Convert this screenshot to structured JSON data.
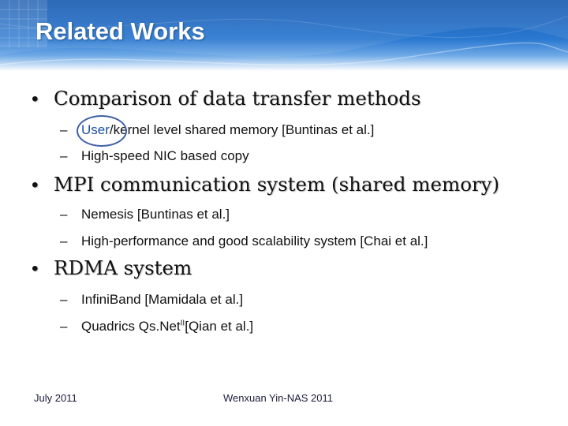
{
  "slide": {
    "title": "Related Works"
  },
  "bullets": [
    {
      "text": "Comparison of data transfer methods",
      "sub": [
        {
          "pre": "User",
          "text": "/kernel level shared memory [Buntinas et al.]"
        },
        {
          "text": "High-speed NIC based copy"
        }
      ]
    },
    {
      "text": "MPI communication system (shared memory)",
      "sub": [
        {
          "text": "Nemesis [Buntinas et al.]"
        },
        {
          "text": "High-performance and good scalability system [Chai et al.]"
        }
      ]
    },
    {
      "text": "RDMA system",
      "sub": [
        {
          "text": "InfiniBand [Mamidala et al.]"
        },
        {
          "text": "Quadrics Qs.Net",
          "sup": "II",
          "post": "[Qian et al.]"
        }
      ]
    }
  ],
  "markers": {
    "bullet": "•",
    "dash": "–"
  },
  "footer": {
    "date": "July 2011",
    "author": "Wenxuan Yin-NAS 2011"
  },
  "colors": {
    "header_blue": "#1c5db0",
    "circle": "#3f5fa8"
  }
}
